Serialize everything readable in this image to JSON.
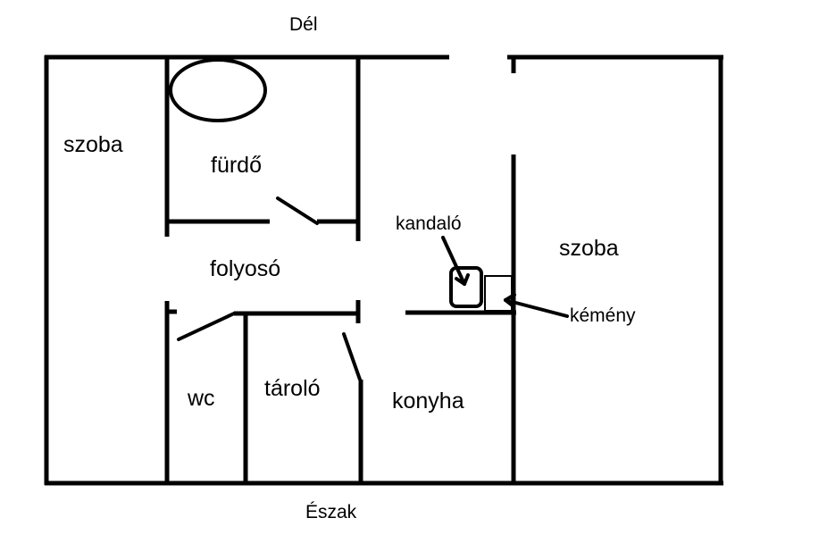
{
  "compass": {
    "south": "Dél",
    "north": "Észak"
  },
  "rooms": {
    "room_left": "szoba",
    "bathroom": "fürdő",
    "hallway": "folyosó",
    "toilet": "wc",
    "storage": "tároló",
    "kitchen": "konyha",
    "room_right": "szoba"
  },
  "fixtures": {
    "stove": "kandaló",
    "chimney": "kémény"
  }
}
